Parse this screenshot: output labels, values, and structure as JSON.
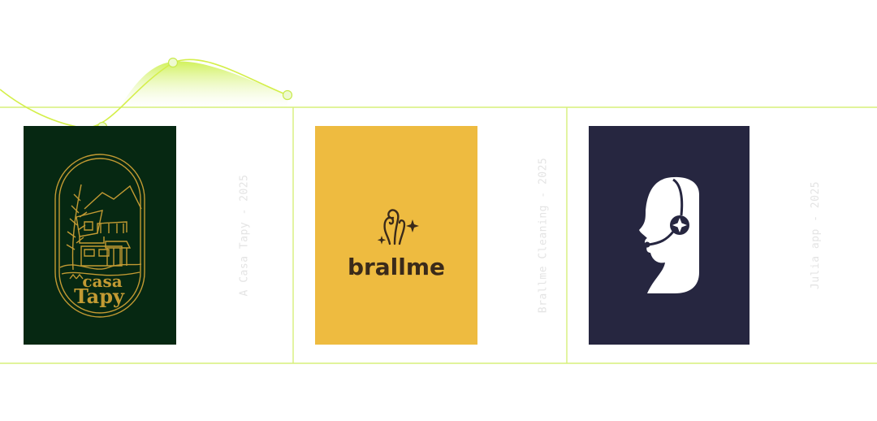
{
  "colors": {
    "accent": "#d7f07a",
    "casa_bg": "#062812",
    "casa_fg": "#c29a33",
    "brallme_bg": "#eebb40",
    "brallme_fg": "#3a2a1a",
    "julia_bg": "#262640",
    "julia_fg": "#ffffff",
    "caption": "#e4e4e4"
  },
  "projects": [
    {
      "logo": {
        "line1": "casa",
        "line2": "Tapy"
      },
      "caption": "A Casa Tapy - 2025"
    },
    {
      "logo": {
        "wordmark": "brallme"
      },
      "caption": "Brallme Cleaning - 2025"
    },
    {
      "logo": {
        "icon": "headset-face-icon"
      },
      "caption": "Julia app - 2025"
    }
  ]
}
